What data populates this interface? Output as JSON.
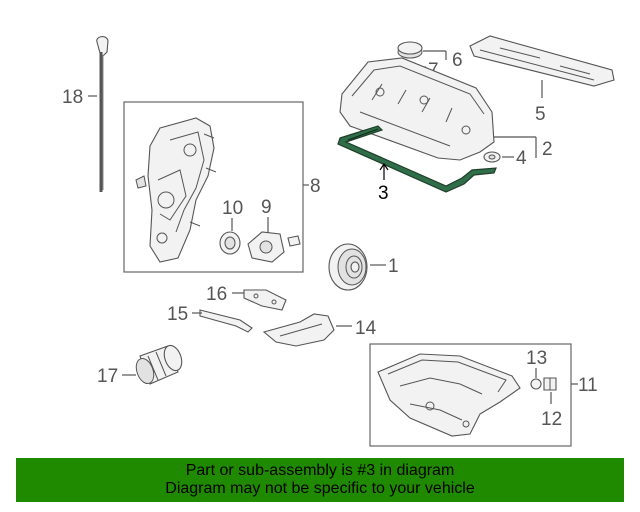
{
  "diagram": {
    "callouts": [
      {
        "id": "1",
        "text": "1"
      },
      {
        "id": "2",
        "text": "2"
      },
      {
        "id": "3",
        "text": "3"
      },
      {
        "id": "4",
        "text": "4"
      },
      {
        "id": "5",
        "text": "5"
      },
      {
        "id": "6",
        "text": "6"
      },
      {
        "id": "7",
        "text": "7"
      },
      {
        "id": "8",
        "text": "8"
      },
      {
        "id": "9",
        "text": "9"
      },
      {
        "id": "10",
        "text": "10"
      },
      {
        "id": "11",
        "text": "11"
      },
      {
        "id": "12",
        "text": "12"
      },
      {
        "id": "13",
        "text": "13"
      },
      {
        "id": "14",
        "text": "14"
      },
      {
        "id": "15",
        "text": "15"
      },
      {
        "id": "16",
        "text": "16"
      },
      {
        "id": "17",
        "text": "17"
      },
      {
        "id": "18",
        "text": "18"
      }
    ],
    "highlight_color": "#1f5e3a",
    "line_color": "#555555"
  },
  "banner": {
    "line1": "Part or sub-assembly is #3 in diagram",
    "line2": "Diagram may not be specific to your vehicle",
    "bg_color": "#1f8a00"
  }
}
